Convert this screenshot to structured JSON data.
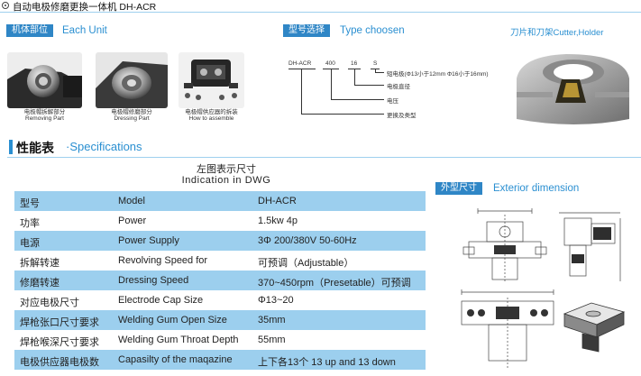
{
  "header": {
    "title": "自动电极修磨更换一体机    DH-ACR"
  },
  "each_unit": {
    "label": "机体部位",
    "title": "Each Unit",
    "photos": [
      {
        "cap_cn": "电极帽拆解部分",
        "cap_en": "Removing Part"
      },
      {
        "cap_cn": "电极帽修磨部分",
        "cap_en": "Dressing Part"
      },
      {
        "cap_cn": "电极帽供应器的拆装",
        "cap_en": "How to assemble"
      }
    ]
  },
  "type_choosen": {
    "label": "型号选择",
    "title": "Type   choosen",
    "code": [
      "DH-ACR",
      "400",
      "16",
      "S"
    ],
    "descs": [
      "短电极(Φ13小于12mm Φ16小于16mm)",
      "电极直径",
      "电压",
      "更换及类型"
    ]
  },
  "cutter": {
    "title": "刀片和刀架Cutter,Holder"
  },
  "specs": {
    "title_cn": "性能表",
    "title_en": "·Specifications",
    "dwg_cn": "左图表示尺寸",
    "dwg_en": "Indication in DWG",
    "rows": [
      {
        "cn": "型号",
        "en": "Model",
        "val": "DH-ACR"
      },
      {
        "cn": "功率",
        "en": "Power",
        "val": "1.5kw   4p"
      },
      {
        "cn": "电源",
        "en": "Power Supply",
        "val": "3Φ    200/380V  50-60Hz"
      },
      {
        "cn": "拆解转速",
        "en": "Revolving Speed for",
        "val": "可预调（Adjustable）"
      },
      {
        "cn": "修磨转速",
        "en": "Dressing Speed",
        "val": "370~450rpm（Presetable）可预调"
      },
      {
        "cn": "对应电极尺寸",
        "en": "Electrode Cap Size",
        "val": "Φ13~20"
      },
      {
        "cn": "焊枪张口尺寸要求",
        "en": "Welding Gum Open Size",
        "val": "35mm"
      },
      {
        "cn": "焊枪喉深尺寸要求",
        "en": "Welding Gum Throat Depth",
        "val": "55mm"
      },
      {
        "cn": "电极供应器电极数",
        "en": "Capasilty of the maqazine",
        "val": "上下各13个 13 up and 13 down"
      }
    ]
  },
  "exterior": {
    "label": "外型尺寸",
    "title": "Exterior dimension"
  },
  "colors": {
    "accent": "#2f86c6",
    "accent_text": "#2a8fd1",
    "row_shade": "#9ccfee"
  }
}
